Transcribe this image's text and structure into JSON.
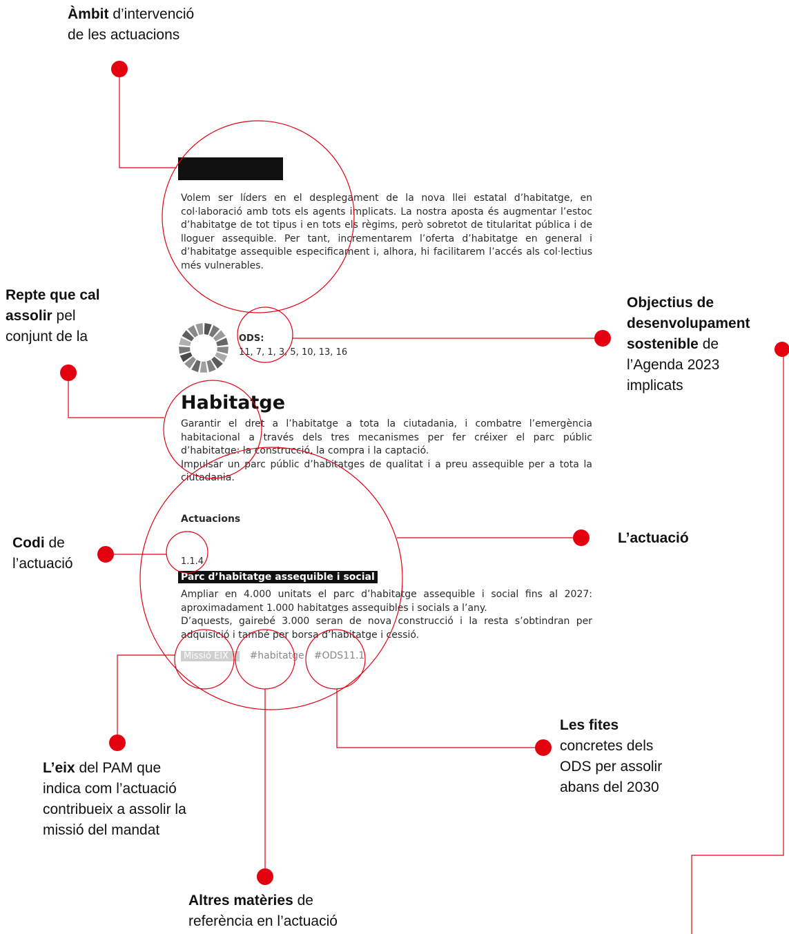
{
  "callouts": {
    "ambit": {
      "bold": "Àmbit",
      "rest": " d’intervenció",
      "line2": "de les actuacions"
    },
    "repte": {
      "bold1": "Repte que cal",
      "bold2": "assolir",
      "rest2": " pel",
      "line3": "conjunt de la"
    },
    "objectius": {
      "bold1": "Objectius de",
      "bold2": "desenvolupament",
      "bold3": "sostenible",
      "rest3": " de",
      "line4": "l’Agenda 2023",
      "line5": "implicats"
    },
    "codi": {
      "bold": "Codi",
      "rest": " de",
      "line2": "l’actuació"
    },
    "actuacio": {
      "bold": "L’actuació"
    },
    "fites": {
      "bold": "Les fites",
      "line2": "concretes dels",
      "line3": "ODS per assolir",
      "line4": "abans del 2030"
    },
    "eix": {
      "bold": "L’eix",
      "rest": " del PAM que",
      "line2": "indica com l’actuació",
      "line3": "contribueix a assolir la",
      "line4": "missió del mandat"
    },
    "materies": {
      "bold": "Altres matèries",
      "rest": " de",
      "line2": "referència en l’actuació"
    }
  },
  "document": {
    "section_title": "Habitatge",
    "section_text": "Volem ser líders en el desplegament de la nova llei estatal d’habitatge, en col·laboració amb tots els agents implicats. La nostra aposta és augmentar l’estoc d’habitatge de tot tipus i en tots els règims, però sobretot de titularitat pública i de lloguer assequible. Per tant, incrementarem l’oferta d’habitatge en general i d’habitatge assequible especificament i, alhora, hi facilitarem l’accés als col·lectius més vulnerables.",
    "ods_label": "ODS:",
    "ods_values": "11, 7, 1, 3, 5, 10, 13, 16",
    "challenge_title": "Habitatge",
    "challenge_text1": "Garantir el dret a l’habitatge a tota la ciutadania, i combatre l’emergència habitacional a través dels tres mecanismes per fer créixer el parc públic d’habitatge: la construcció, la compra i la captació.",
    "challenge_text2": "Impulsar un parc públic d’habitatges de qualitat i a preu assequible per a tota la ciutadania.",
    "actions_heading": "Actuacions",
    "action_code": "1.1.4",
    "action_title": "Parc d’habitatge assequible i social",
    "action_text1": "Ampliar en 4.000 unitats el parc d’habitatge assequible i social fins al 2027: aproximadament 1.000 habitatges assequibles i socials a l’any.",
    "action_text2": "D’aquests, gairebé 3.000 seran de nova construcció i la resta s’obtindran per adquisició i també per borsa d’habitatge i cessió.",
    "tag_eix": "Missió EIX 1",
    "tag_materia": "#habitatge",
    "tag_fita": "#ODS11.1"
  },
  "colors": {
    "accent": "#e3000f",
    "dark": "#111111",
    "tag_grey": "#888888"
  },
  "icons": {
    "ods_wheel": "ods-wheel-icon"
  }
}
